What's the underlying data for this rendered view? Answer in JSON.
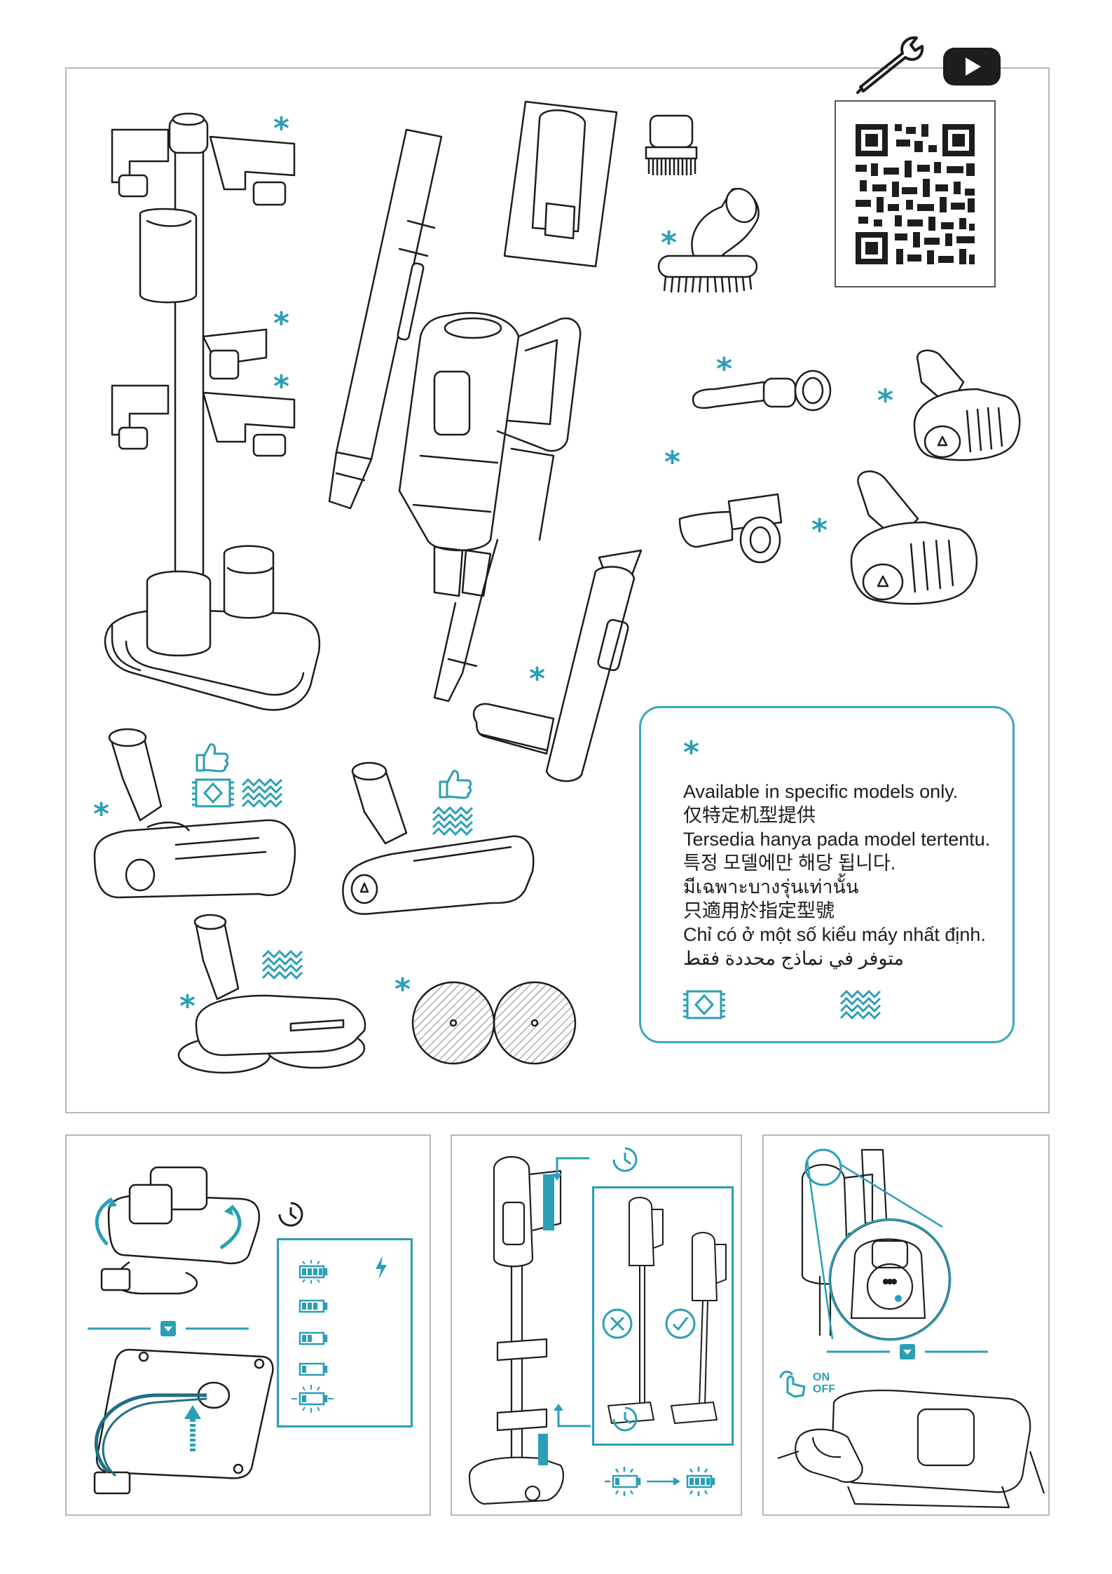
{
  "header": {
    "tools_icon": "wrench-screwdriver-icon",
    "video_icon": "youtube-play-icon"
  },
  "legend": {
    "marker": "*",
    "lines": [
      "Available in specific models only.",
      "仅特定机型提供",
      "Tersedia hanya pada model tertentu.",
      "특정 모델에만 해당 됩니다.",
      "มีเฉพาะบางรุ่นเท่านั้น",
      "只適用於指定型號",
      "Chỉ có ở một số kiểu máy nhất định.",
      "متوفر في نماذج محددة فقط"
    ],
    "icons": [
      "carpet-icon",
      "hard-floor-icon"
    ]
  },
  "accessories": {
    "optional_marker": "*",
    "recommended_icon": "thumbs-up-icon"
  },
  "panels": {
    "charging_dock": {
      "timer_icon": "timer-icon",
      "bolt_icon": "lightning-icon",
      "battery_levels": [
        "full",
        "four-bars",
        "three-bars",
        "two-bars",
        "one-bar-blinking"
      ]
    },
    "storage": {
      "timer_icon": "timer-icon",
      "wrong_icon": "cross-icon",
      "right_icon": "check-icon"
    },
    "wall_mount": {
      "power_label_on": "ON",
      "power_label_off": "OFF"
    }
  },
  "colors": {
    "accent": "#2a9fb5",
    "line": "#1d1d1b",
    "frame": "#b8b8b8"
  }
}
